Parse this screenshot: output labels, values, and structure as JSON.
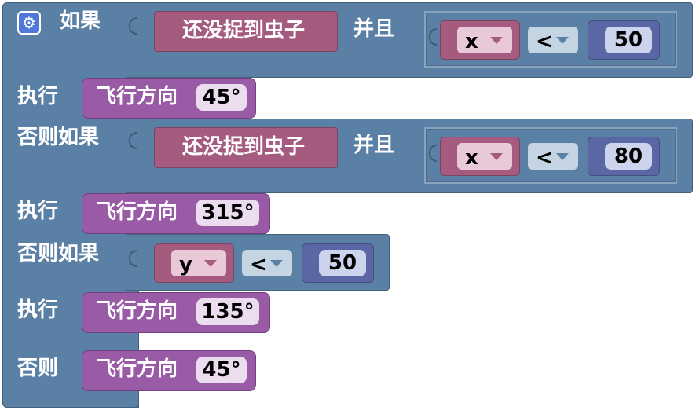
{
  "if_block": {
    "if_label": "如果",
    "do_label": "执行",
    "elseif_label": "否则如果",
    "else_label": "否则"
  },
  "conditions": [
    {
      "proc_label": "还没捉到虫子",
      "and_label": "并且",
      "var": "x",
      "op": "<",
      "num": "50"
    },
    {
      "proc_label": "还没捉到虫子",
      "and_label": "并且",
      "var": "x",
      "op": "<",
      "num": "80"
    },
    {
      "var": "y",
      "op": "<",
      "num": "50"
    }
  ],
  "actions": [
    {
      "label": "飞行方向",
      "angle": "45°"
    },
    {
      "label": "飞行方向",
      "angle": "315°"
    },
    {
      "label": "飞行方向",
      "angle": "135°"
    },
    {
      "label": "飞行方向",
      "angle": "45°"
    }
  ],
  "colors": {
    "logic": "#5b80a5",
    "procedure": "#a55b80",
    "motion": "#995ba5",
    "number": "#5b67a5"
  },
  "icons": {
    "mutator": "gear-icon"
  }
}
